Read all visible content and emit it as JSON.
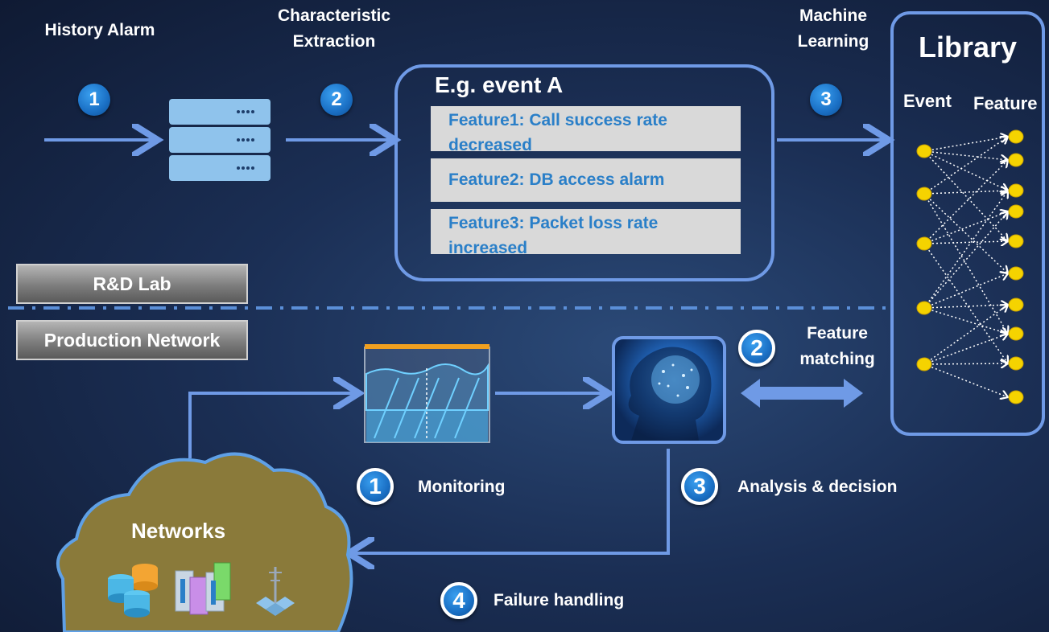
{
  "lab": {
    "labels": {
      "history_alarm": "History Alarm",
      "characteristic_extraction_line1": "Characteristic",
      "characteristic_extraction_line2": "Extraction",
      "machine_learning_line1": "Machine",
      "machine_learning_line2": "Learning"
    },
    "badges": {
      "step1": "1",
      "step2": "2",
      "step3": "3"
    },
    "event": {
      "title": "E.g. event A",
      "features": [
        "Feature1: Call success rate decreased",
        "Feature2: DB access alarm",
        "Feature3: Packet loss rate increased"
      ]
    },
    "library": {
      "title": "Library",
      "event_col": "Event",
      "feature_col": "Feature"
    }
  },
  "zones": {
    "rd_lab": "R&D Lab",
    "production_network": "Production Network"
  },
  "production": {
    "networks": "Networks",
    "steps": {
      "monitoring_num": "1",
      "monitoring": "Monitoring",
      "matching_num": "2",
      "matching_line1": "Feature",
      "matching_line2": "matching",
      "analysis_num": "3",
      "analysis": "Analysis & decision",
      "failure_num": "4",
      "failure": "Failure handling"
    }
  },
  "colors": {
    "accent_line": "#6f9ae6",
    "badge_blue": "#1a6fc4",
    "feature_text": "#2a7fc8",
    "node_yellow": "#f5d300",
    "cloud_fill": "#8a7a3a"
  },
  "icons": [
    "server-icon",
    "monitor-tank-icon",
    "brain-head-icon",
    "database-icon",
    "server-rack-icon",
    "antenna-icon"
  ]
}
